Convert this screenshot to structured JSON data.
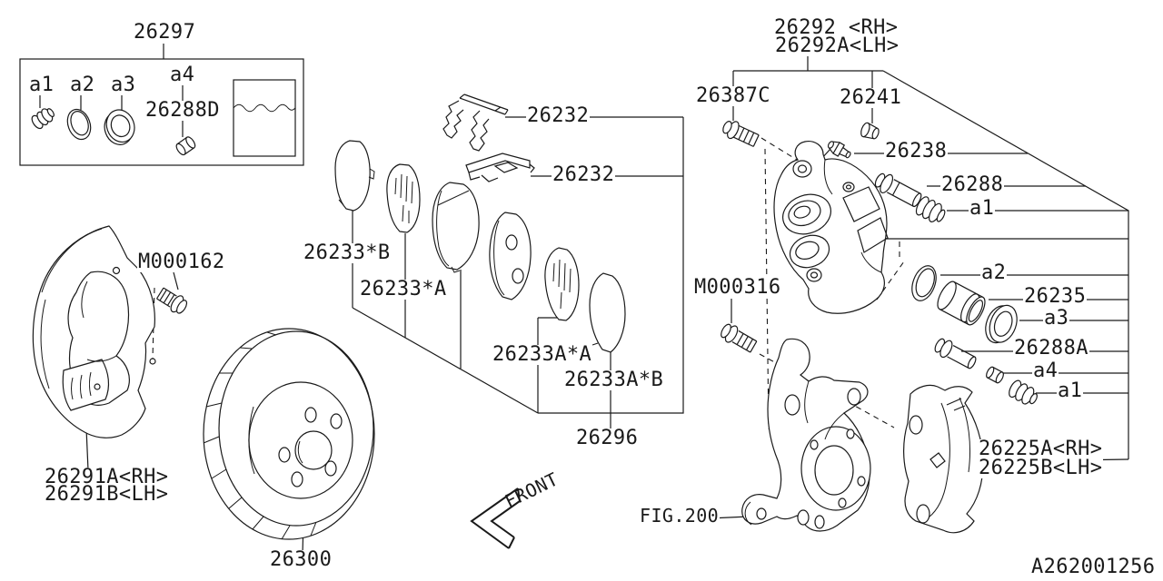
{
  "colors": {
    "line": "#1a1a1a",
    "background": "#ffffff"
  },
  "labels": {
    "seal_kit": "26297",
    "kit_a1": "a1",
    "kit_a2": "a2",
    "kit_a3": "a3",
    "kit_a4": "a4",
    "kit_grease": "26288D",
    "clip_upper": "26232",
    "clip_lower": "26232",
    "shim_b": "26233*B",
    "shim_a": "26233*A",
    "shim_aa": "26233A*A",
    "shim_ab": "26233A*B",
    "pad_kit": "26296",
    "caliper_rh": "26292 <RH>",
    "caliper_lh": "26292A<LH>",
    "lock_pin_bolt": "26387C",
    "cap": "26241",
    "bleeder": "26238",
    "slide_pin_upper": "26288",
    "boot_upper": "a1",
    "seal": "a2",
    "piston": "26235",
    "piston_boot": "a3",
    "slide_pin_lower": "26288A",
    "sleeve": "a4",
    "boot_lower": "a1",
    "support_rh": "26225A<RH>",
    "support_lh": "26225B<LH>",
    "shield_rh": "26291A<RH>",
    "shield_lh": "26291B<LH>",
    "shield_bolt": "M000162",
    "knuckle_bolt": "M000316",
    "rotor": "26300",
    "fig_ref": "FIG.200",
    "front": "FRONT",
    "doc_id": "A262001256"
  }
}
